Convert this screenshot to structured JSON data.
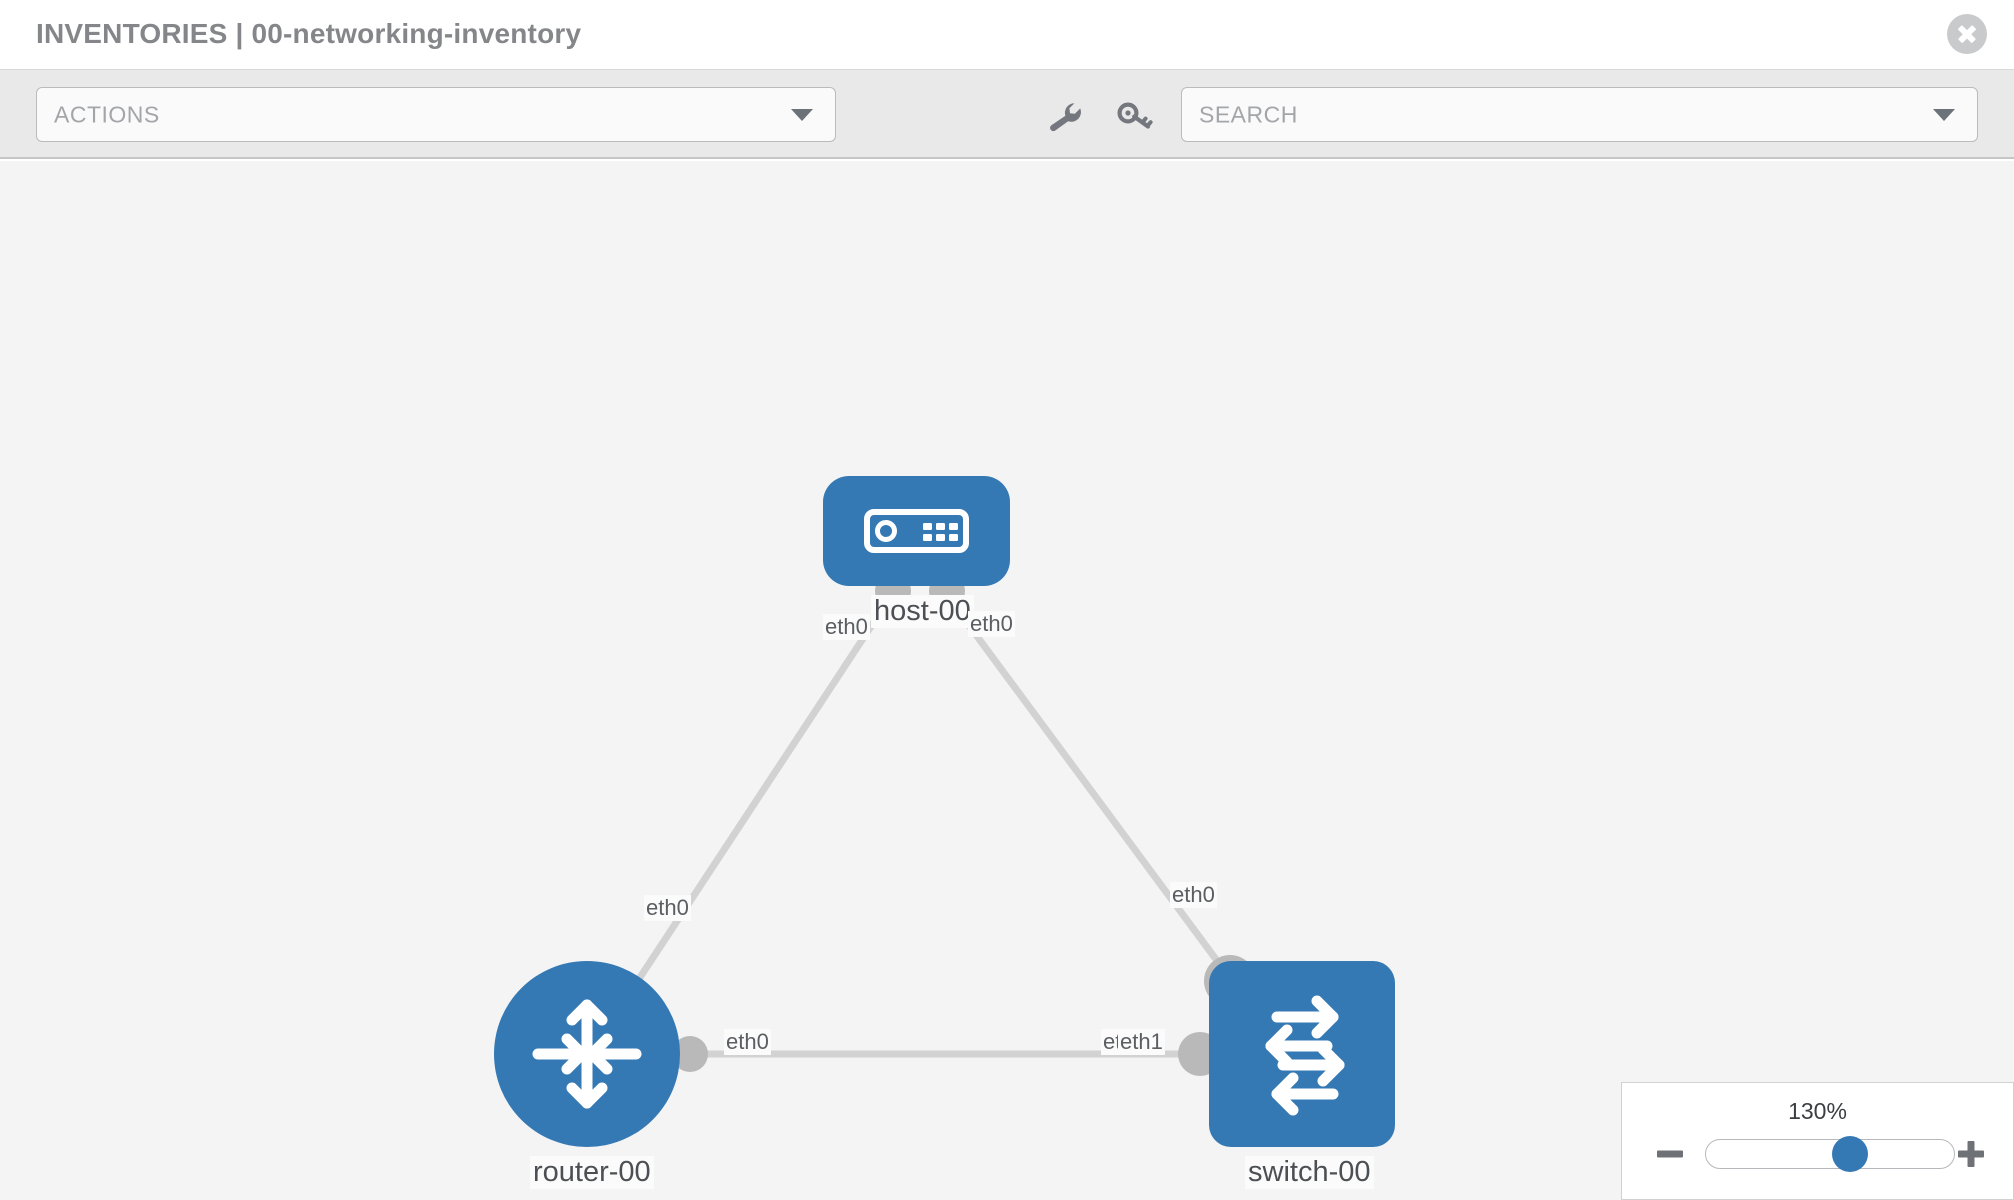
{
  "header": {
    "title": "INVENTORIES | 00-networking-inventory",
    "close_icon": "close-circle-icon"
  },
  "toolbar": {
    "actions_label": "ACTIONS",
    "actions_caret_icon": "chevron-down-icon",
    "wrench_icon": "wrench-icon",
    "key_icon": "key-icon",
    "search_placeholder": "SEARCH",
    "search_value": "",
    "search_caret_icon": "chevron-down-icon"
  },
  "topology": {
    "accent_color": "#3579b4",
    "link_color": "#d2d2d2",
    "connector_color": "#b9b9b9",
    "canvas_color": "#f4f4f4",
    "nodes": [
      {
        "id": "host-00",
        "label": "host-00",
        "icon": "server-appliance-icon",
        "shape": "rounded-rect"
      },
      {
        "id": "router-00",
        "label": "router-00",
        "icon": "router-arrows-icon",
        "shape": "circle"
      },
      {
        "id": "switch-00",
        "label": "switch-00",
        "icon": "switch-arrows-icon",
        "shape": "rounded-square"
      }
    ],
    "links": [
      {
        "from": "host-00",
        "from_port": "eth0",
        "to": "router-00",
        "to_port": "eth0"
      },
      {
        "from": "host-00",
        "from_port": "eth0",
        "to": "switch-00",
        "to_port": "eth0"
      },
      {
        "from": "router-00",
        "from_port": "eth0",
        "to": "switch-00",
        "to_port": "eth1"
      }
    ],
    "port_labels": {
      "host_left": "eth0",
      "host_right": "eth0",
      "router_up": "eth0",
      "switch_up": "eth0",
      "router_right": "eth0",
      "switch_left_0": "eth0",
      "switch_left_1": "eth1"
    }
  },
  "zoom_control": {
    "value_label": "130%",
    "minus_icon": "minus-icon",
    "plus_icon": "plus-icon",
    "thumb_position_percent": 58
  }
}
